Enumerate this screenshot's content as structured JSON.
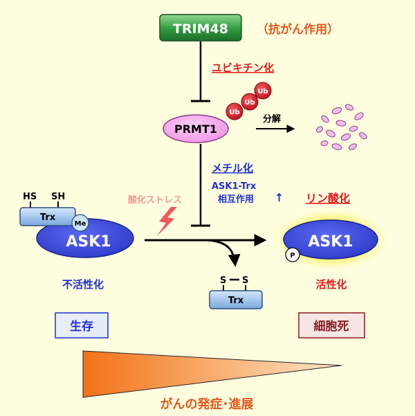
{
  "trim48": {
    "label": "TRIM48",
    "note": "（抗がん作用）"
  },
  "ubiquitination": "ユビキチン化",
  "ub": [
    "Ub",
    "Ub",
    "Ub"
  ],
  "prmt1": "PRMT1",
  "degradation": "分解",
  "methylation": "メチル化",
  "interaction": {
    "line1": "ASK1-Trx",
    "line2": "相互作用",
    "arrow": "↑"
  },
  "oxidative_stress": "酸化ストレス",
  "phosphorylation": "リン酸化",
  "left": {
    "hs1": "HS",
    "sh2": "SH",
    "trx": "Trx",
    "me": "Me",
    "ask1": "ASK1",
    "state": "不活性化",
    "outcome": "生存"
  },
  "right": {
    "ask1": "ASK1",
    "p": "P",
    "state": "活性化",
    "outcome": "細胞死"
  },
  "released": {
    "s1": "S",
    "s2": "S",
    "trx": "Trx"
  },
  "progression": "がんの発症･進展",
  "colors": {
    "background": "#ffffe0",
    "trim48_green": "#2e8b3c",
    "prmt1_pink": "#f4a3ec",
    "ask1_blue": "#3a49dd",
    "trx_blue": "#9fc3ec",
    "ub_red": "#d8212b",
    "orange_text": "#e8551a",
    "red_text": "#e11b1b",
    "blue_text": "#1f2fd6"
  }
}
